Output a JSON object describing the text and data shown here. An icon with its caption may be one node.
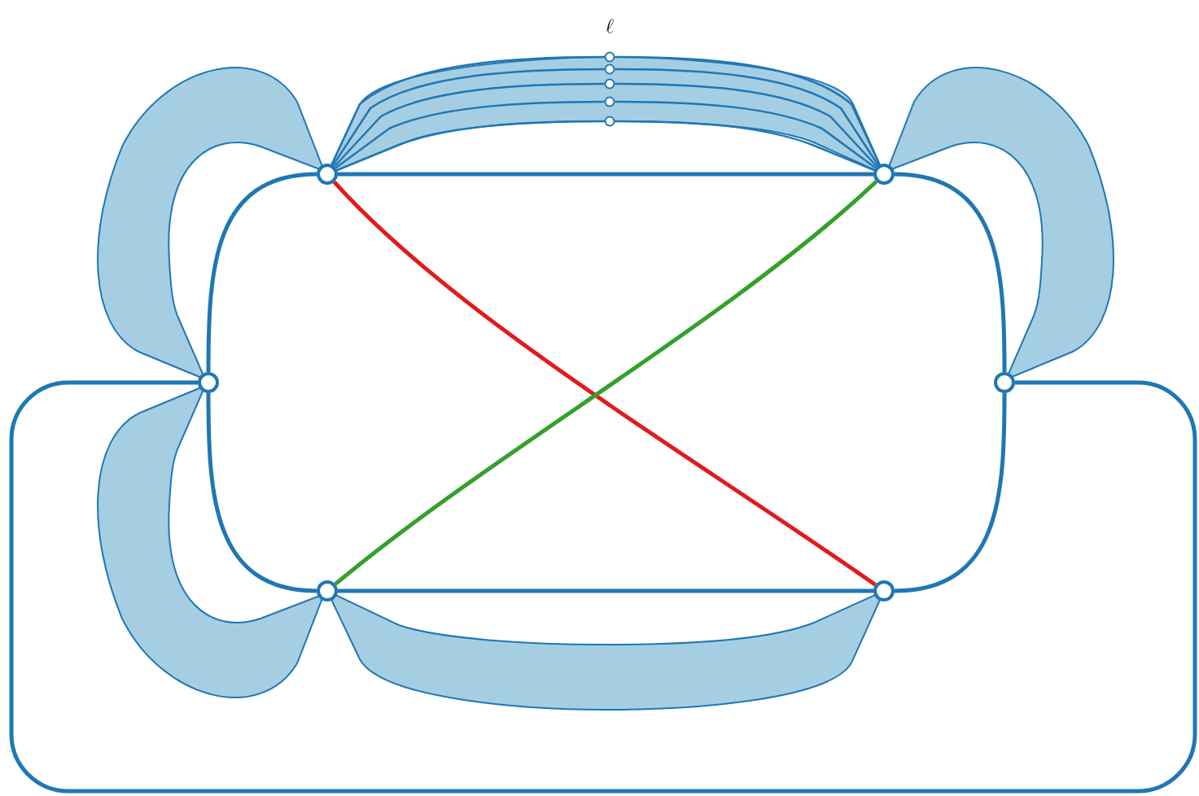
{
  "diagram": {
    "nodes": [
      {
        "text": [],
        "shape": "circle"
      },
      {
        "text": [],
        "shape": "circle"
      },
      {
        "text": [],
        "shape": "circle"
      },
      {
        "text": [],
        "shape": "circle"
      },
      {
        "text": [],
        "shape": "circle"
      },
      {
        "text": [],
        "shape": "circle"
      },
      {
        "text": [],
        "shape": "circle"
      },
      {
        "text": [],
        "shape": "circle"
      },
      {
        "text": [],
        "shape": "circle"
      },
      {
        "text": [],
        "shape": "circle"
      },
      {
        "text": [],
        "shape": "circle"
      }
    ],
    "edges": [
      {
        "from": 0,
        "to": 1,
        "arrow": "none",
        "style": "thick"
      },
      {
        "from": 0,
        "to": 2,
        "arrow": "none",
        "style": "thick"
      },
      {
        "from": 1,
        "to": 3,
        "arrow": "none",
        "style": "thick"
      },
      {
        "from": 0,
        "to": 5,
        "arrow": "none",
        "style": "thick",
        "color": "#e31a1c"
      },
      {
        "from": 4,
        "to": 1,
        "arrow": "none",
        "style": "thick",
        "color": "#33a02c"
      },
      {
        "from": 2,
        "to": 4,
        "arrow": "none",
        "style": "thick"
      },
      {
        "from": 3,
        "to": 5,
        "arrow": "none",
        "style": "thick"
      },
      {
        "from": 4,
        "to": 5,
        "arrow": "none",
        "style": "thick"
      },
      {
        "from": 2,
        "to": 3,
        "arrow": "none",
        "style": "thick"
      },
      {
        "from": 0,
        "to": 6,
        "arrow": "none"
      },
      {
        "from": 6,
        "to": 1,
        "arrow": "none"
      },
      {
        "from": 0,
        "to": 7,
        "arrow": "none"
      },
      {
        "from": 7,
        "to": 1,
        "arrow": "none"
      },
      {
        "from": 0,
        "to": 8,
        "arrow": "none"
      },
      {
        "from": 8,
        "to": 1,
        "arrow": "none"
      },
      {
        "from": 0,
        "to": 9,
        "arrow": "none"
      },
      {
        "from": 9,
        "to": 1,
        "arrow": "none"
      },
      {
        "from": 0,
        "to": 10,
        "arrow": "none"
      },
      {
        "from": 10,
        "to": 1,
        "arrow": "none"
      }
    ],
    "labels": [
      "\\ell"
    ]
  }
}
